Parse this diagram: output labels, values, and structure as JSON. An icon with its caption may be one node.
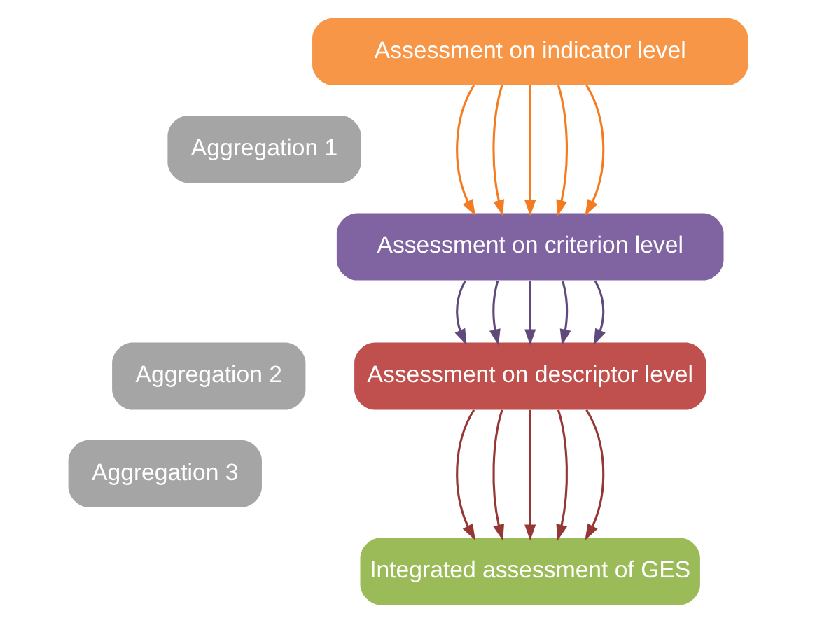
{
  "diagram": {
    "nodes": [
      {
        "text": [
          "Assessment on indicator level"
        ]
      },
      {
        "text": [
          "Aggregation 1"
        ]
      },
      {
        "text": [
          "Assessment on criterion level"
        ]
      },
      {
        "text": [
          "Aggregation 2"
        ]
      },
      {
        "text": [
          "Assessment on descriptor level"
        ]
      },
      {
        "text": [
          "Aggregation 3"
        ]
      },
      {
        "text": [
          "Integrated assessment of GES"
        ]
      }
    ],
    "edges": [
      {
        "from": 0,
        "to": 2,
        "arrow": "to",
        "color": "#f47b20"
      },
      {
        "from": 0,
        "to": 2,
        "arrow": "to",
        "color": "#f47b20"
      },
      {
        "from": 0,
        "to": 2,
        "arrow": "to",
        "color": "#f47b20"
      },
      {
        "from": 0,
        "to": 2,
        "arrow": "to",
        "color": "#f47b20"
      },
      {
        "from": 0,
        "to": 2,
        "arrow": "to",
        "color": "#f47b20"
      },
      {
        "from": 2,
        "to": 4,
        "arrow": "to",
        "color": "#604a7b"
      },
      {
        "from": 2,
        "to": 4,
        "arrow": "to",
        "color": "#604a7b"
      },
      {
        "from": 2,
        "to": 4,
        "arrow": "to",
        "color": "#604a7b"
      },
      {
        "from": 2,
        "to": 4,
        "arrow": "to",
        "color": "#604a7b"
      },
      {
        "from": 2,
        "to": 4,
        "arrow": "to",
        "color": "#604a7b"
      },
      {
        "from": 4,
        "to": 6,
        "arrow": "to",
        "color": "#953735"
      },
      {
        "from": 4,
        "to": 6,
        "arrow": "to",
        "color": "#953735"
      },
      {
        "from": 4,
        "to": 6,
        "arrow": "to",
        "color": "#953735"
      },
      {
        "from": 4,
        "to": 6,
        "arrow": "to",
        "color": "#953735"
      },
      {
        "from": 4,
        "to": 6,
        "arrow": "to",
        "color": "#953735"
      }
    ]
  }
}
